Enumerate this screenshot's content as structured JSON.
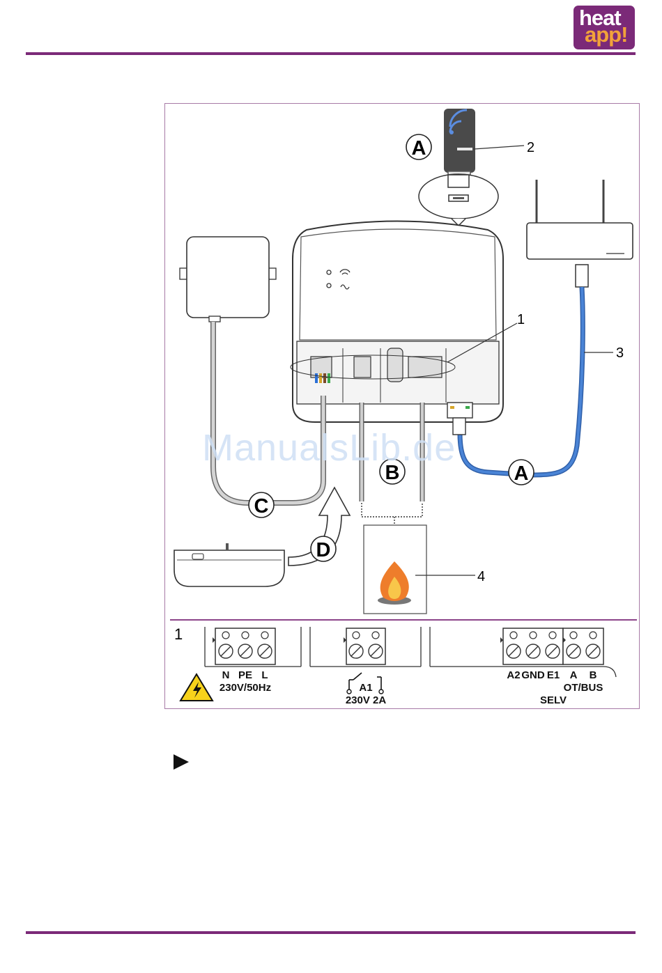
{
  "brand": {
    "logo_line1": "heat",
    "logo_line2": "app!",
    "color_primary": "#7b2a78",
    "color_accent": "#f2a23a"
  },
  "figure": {
    "callouts": {
      "a_top": "A",
      "a_bottom": "A",
      "b": "B",
      "c": "C",
      "d": "D"
    },
    "numbers": {
      "n1": "1",
      "n2": "2",
      "n3": "3",
      "n4": "4"
    },
    "cable_color": "#4a84d6"
  },
  "terminal_strip": {
    "legend_number": "1",
    "group_power": {
      "labels": [
        "N",
        "PE",
        "L"
      ],
      "rating": "230V/50Hz"
    },
    "group_relay": {
      "name": "A1",
      "rating": "230V 2A"
    },
    "group_selv": {
      "labels": [
        "A2",
        "GND",
        "E1"
      ],
      "class": "SELV"
    },
    "group_bus": {
      "labels": [
        "A",
        "B"
      ],
      "name": "OT/BUS"
    }
  },
  "watermark": "ManualsLib.de"
}
